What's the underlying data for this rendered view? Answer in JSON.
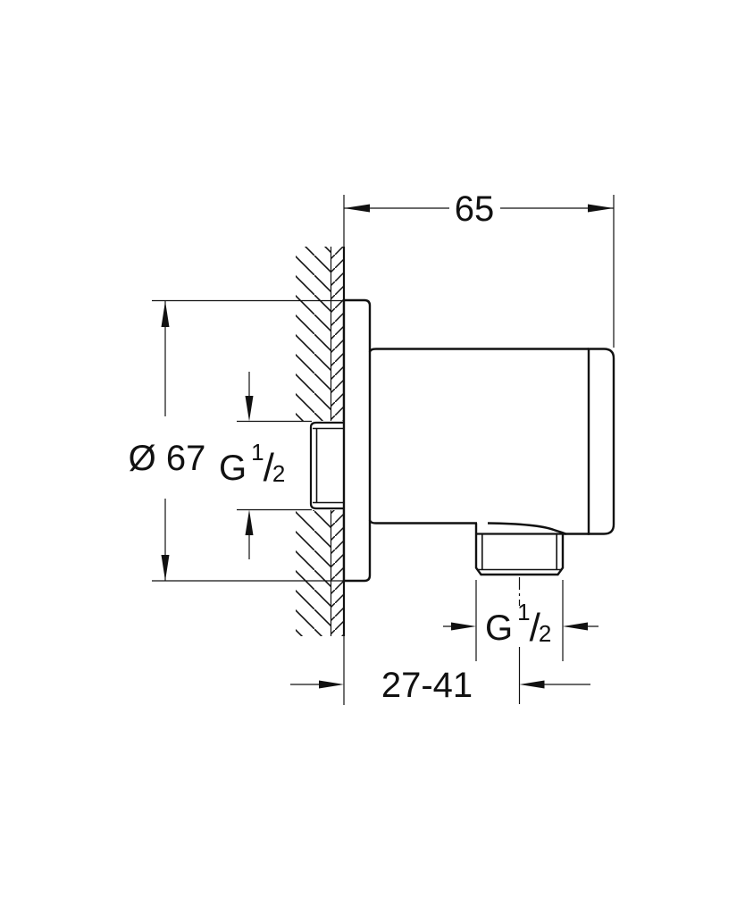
{
  "drawing": {
    "dims": {
      "width": {
        "value": "65"
      },
      "diameter": {
        "value": "Ø 67"
      },
      "inlet_thread": {
        "base": "G",
        "sup": "1",
        "slash": "/",
        "sub": "2"
      },
      "outlet_thread": {
        "base": "G",
        "sup": "1",
        "slash": "/",
        "sub": "2"
      },
      "depth_range": {
        "value": "27-41"
      }
    },
    "colors": {
      "line": "#111111",
      "background": "#ffffff"
    }
  }
}
